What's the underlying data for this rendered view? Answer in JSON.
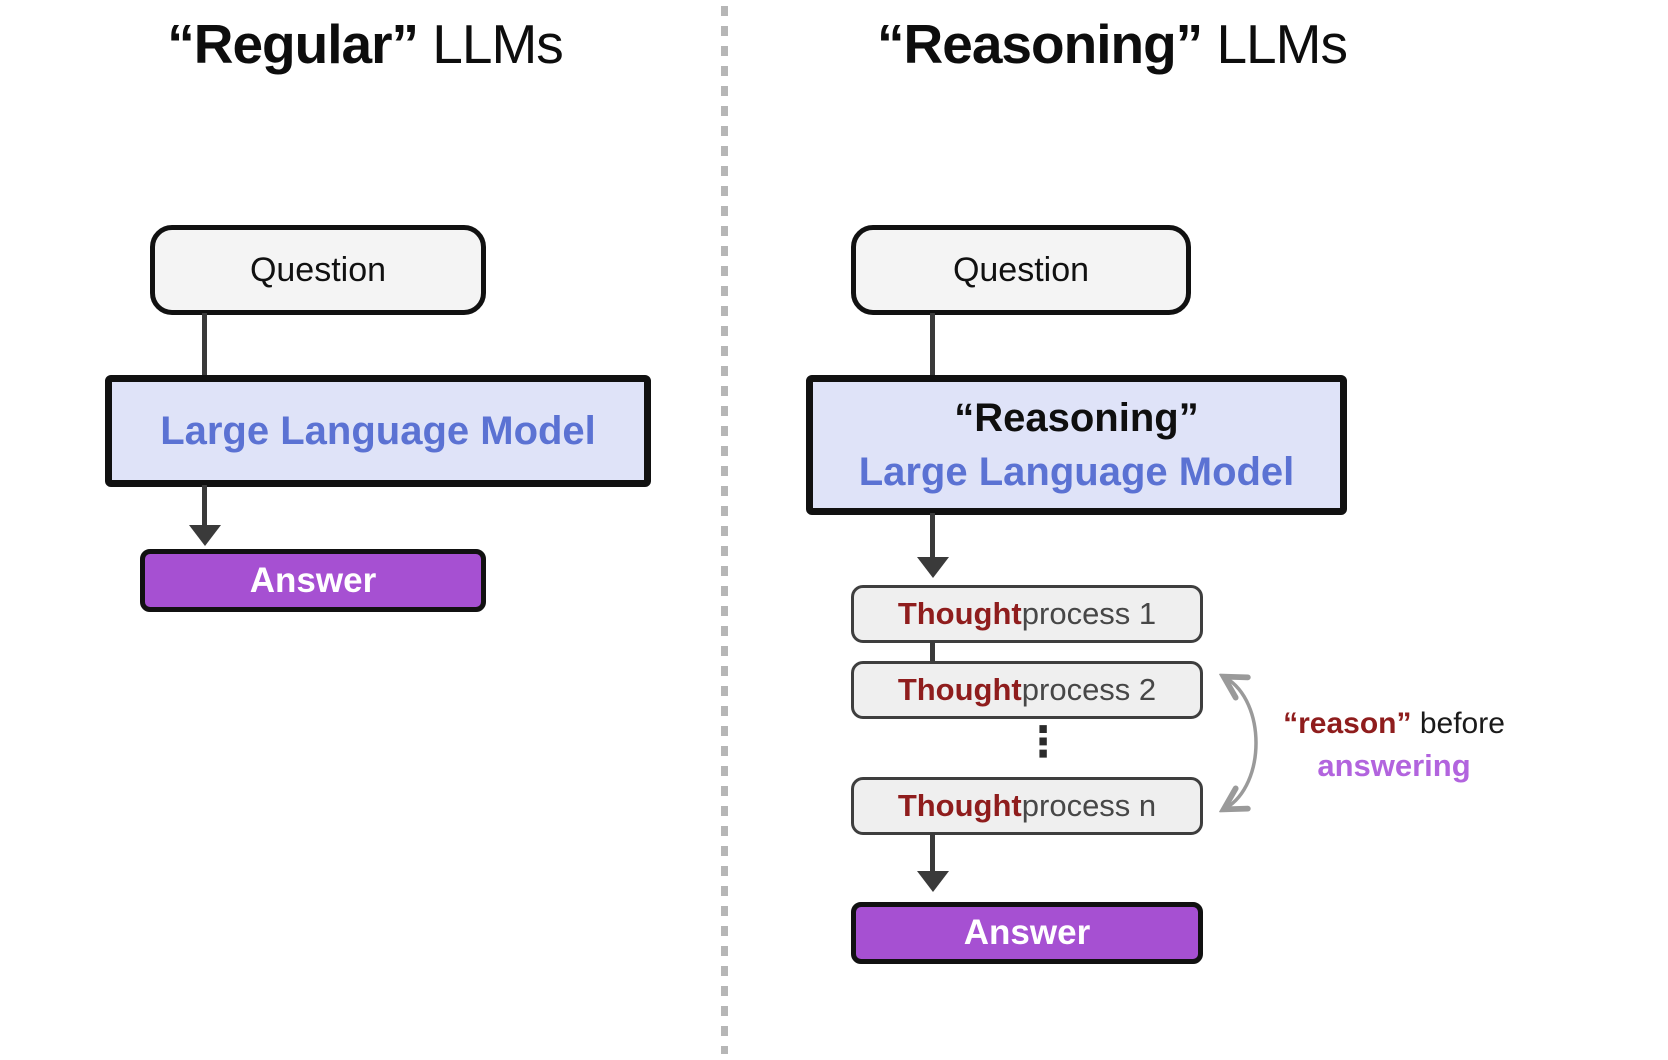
{
  "colors": {
    "answer_purple": "#a650d2",
    "llm_fill_lavender": "#dfe3f8",
    "llm_text_blue": "#5b72d3",
    "thought_red": "#8f1d1d",
    "answering_purple": "#b264de",
    "box_fill_gray": "#f4f4f4",
    "connector_gray": "#3a3a3a"
  },
  "left_panel": {
    "title_bold": "“Regular”",
    "title_rest": " LLMs",
    "question_label": "Question",
    "llm_label": "Large Language Model",
    "answer_label": "Answer"
  },
  "right_panel": {
    "title_bold": "“Reasoning”",
    "title_rest": " LLMs",
    "question_label": "Question",
    "llm_line1": "“Reasoning”",
    "llm_line2": "Large Language Model",
    "thoughts": [
      {
        "bold": "Thought",
        "rest": " process 1"
      },
      {
        "bold": "Thought",
        "rest": " process 2"
      },
      {
        "bold": "Thought",
        "rest": " process n"
      }
    ],
    "ellipsis": "⋮",
    "answer_label": "Answer",
    "annotation": {
      "reason_quoted": "“reason”",
      "before": " before",
      "answering": "answering"
    }
  }
}
